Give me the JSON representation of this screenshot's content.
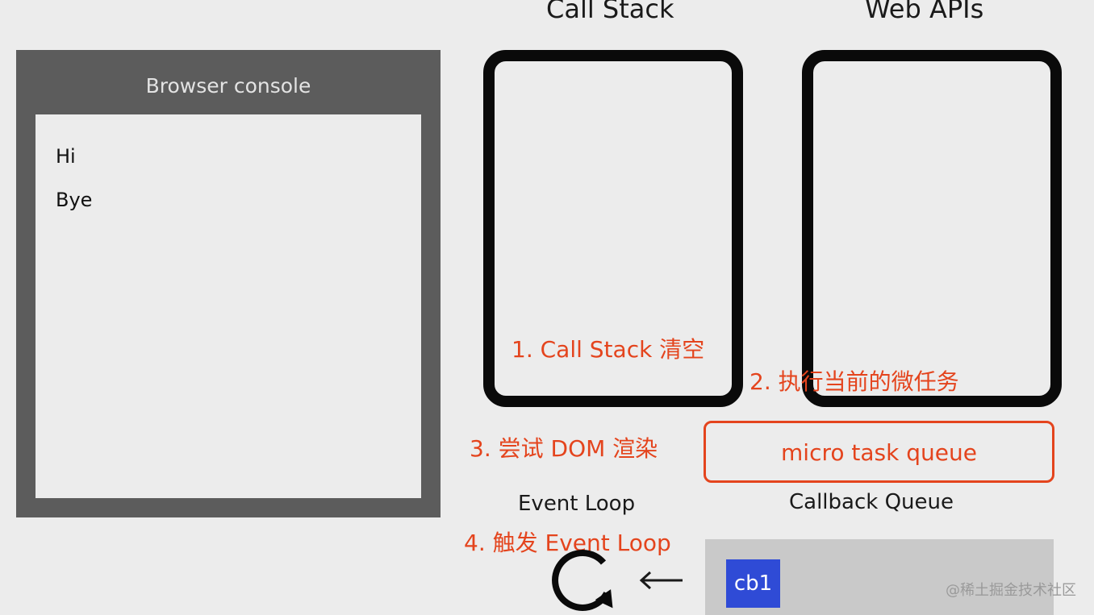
{
  "console": {
    "title": "Browser console",
    "lines": [
      "Hi",
      "Bye"
    ]
  },
  "call_stack": {
    "title": "Call Stack"
  },
  "web_apis": {
    "title": "Web APIs"
  },
  "annotations": {
    "step1": "1. Call Stack 清空",
    "step2": "2. 执行当前的微任务",
    "step3": "3. 尝试 DOM 渲染",
    "step4": "4. 触发 Event Loop"
  },
  "micro_task_queue": {
    "label": "micro task queue"
  },
  "event_loop": {
    "label": "Event Loop",
    "icon": "loop-arrow-icon",
    "arrow_icon": "left-arrow-icon"
  },
  "callback_queue": {
    "label": "Callback Queue",
    "items": [
      "cb1"
    ]
  },
  "watermark": "@稀土掘金技术社区",
  "colors": {
    "annotation": "#e4441d",
    "callback_item": "#2f4bd6",
    "panel_border": "#0a0a0a",
    "console_frame": "#5c5c5c"
  }
}
